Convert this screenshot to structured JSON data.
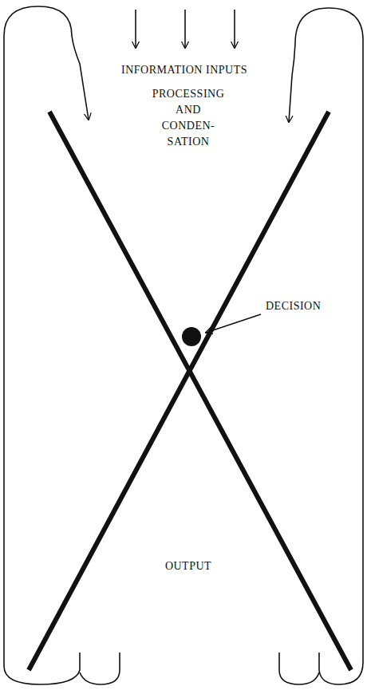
{
  "diagram": {
    "labels": [
      "INFORMATION INPUTS",
      "PROCESSING AND CONDEN- SATION",
      "DECISION",
      "OUTPUT"
    ]
  }
}
